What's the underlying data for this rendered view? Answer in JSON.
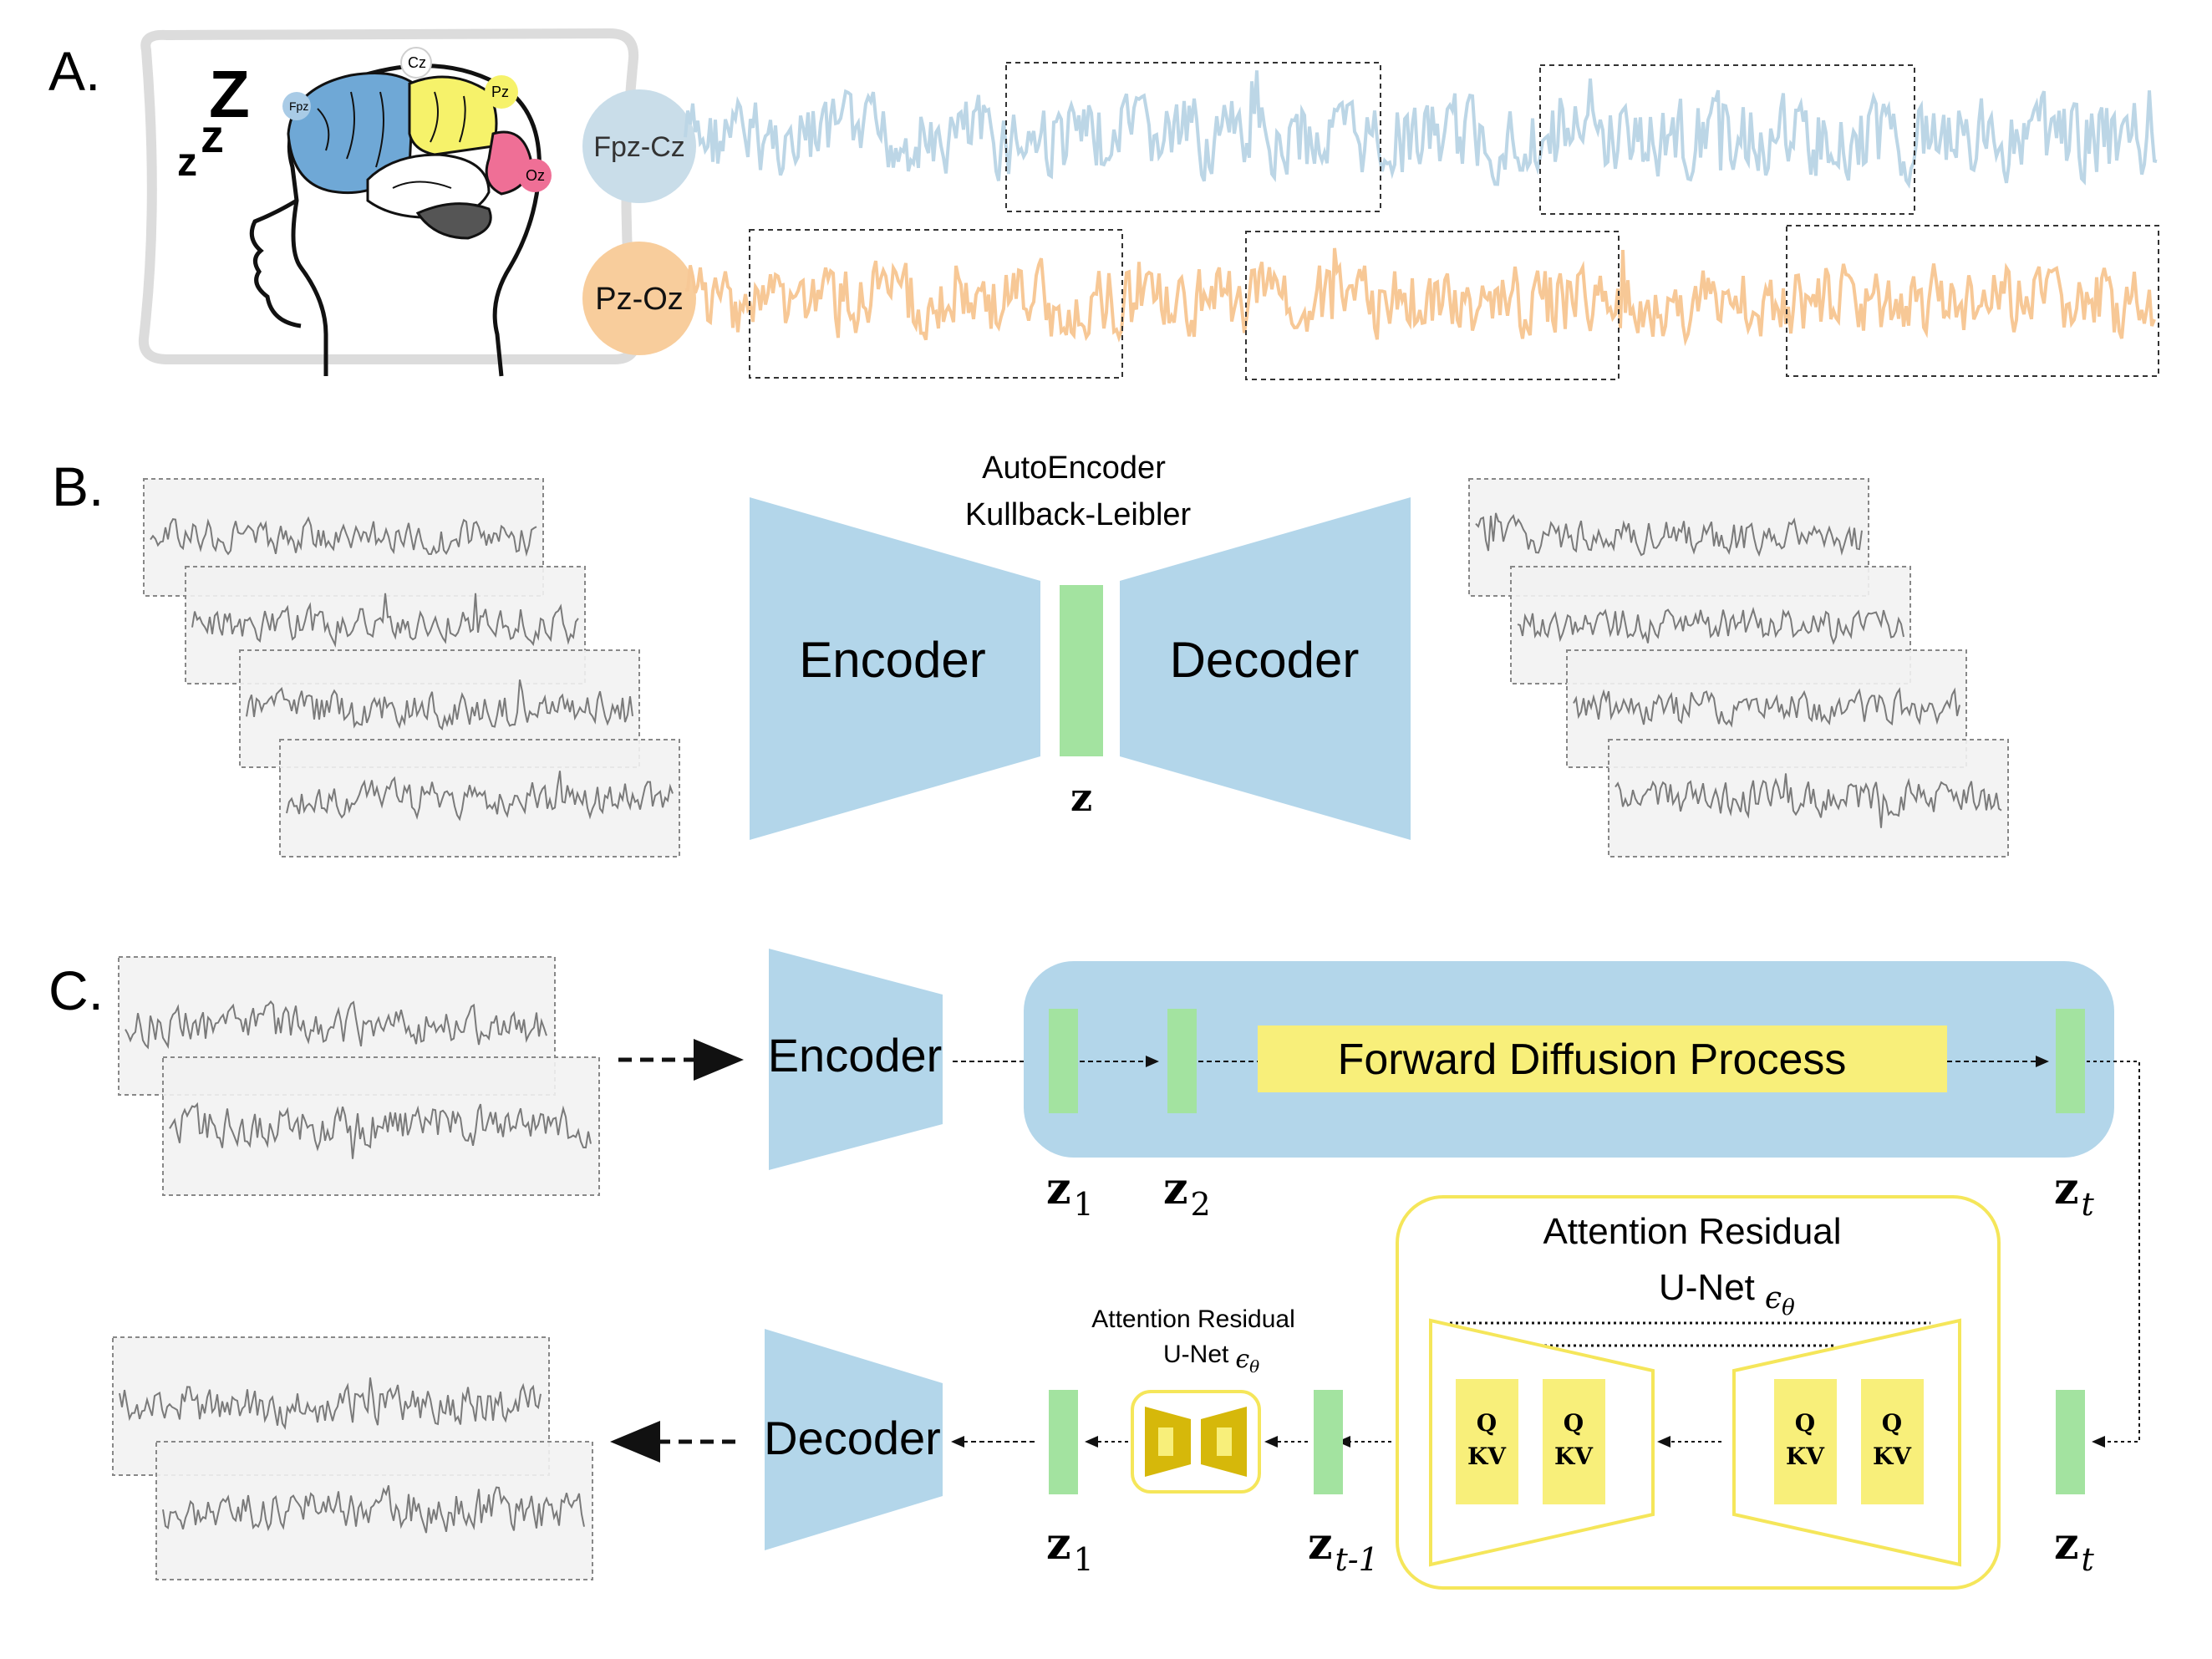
{
  "panels": {
    "a": {
      "label": "A.",
      "electrodes": [
        "Fpz",
        "Cz",
        "Pz",
        "Oz"
      ],
      "sleep_letters": [
        "Z",
        "z",
        "z"
      ],
      "channels": [
        {
          "label": "Fpz-Cz",
          "color": "#bcd6e6",
          "badge": "#c9dde9"
        },
        {
          "label": "Pz-Oz",
          "color": "#f7c896",
          "badge": "#f8cd9c"
        }
      ]
    },
    "b": {
      "label": "B.",
      "title_line1": "AutoEncoder",
      "title_line2": "Kullback-Leibler",
      "encoder": "Encoder",
      "decoder": "Decoder",
      "latent": "z"
    },
    "c": {
      "label": "C.",
      "encoder": "Encoder",
      "decoder": "Decoder",
      "forward": "Forward Diffusion Process",
      "z1_top": "z",
      "z1_top_sub": "1",
      "z2": "z",
      "z2_sub": "2",
      "zt_top": "z",
      "zt_top_sub": "t",
      "unet_big_line1": "Attention Residual",
      "unet_big_line2": "U-Net",
      "epsilon": "ϵ",
      "theta": "θ",
      "unet_small_line1": "Attention Residual",
      "unet_small_line2": "U-Net",
      "q": "Q",
      "kv": "KV",
      "z1_bottom": "z",
      "z1_bottom_sub": "1",
      "zt1": "z",
      "zt1_sub": "t-1",
      "zt_bottom": "z",
      "zt_bottom_sub": "t"
    }
  },
  "colors": {
    "blue": "#b3d6ea",
    "green": "#a3e3a0",
    "yellow": "#f8ef7a",
    "yellow_border": "#f5e65a",
    "gold": "#d6b80a",
    "brain_blue": "#6fa8d6",
    "brain_yellow": "#f6f26a",
    "brain_pink": "#ef6f96"
  }
}
